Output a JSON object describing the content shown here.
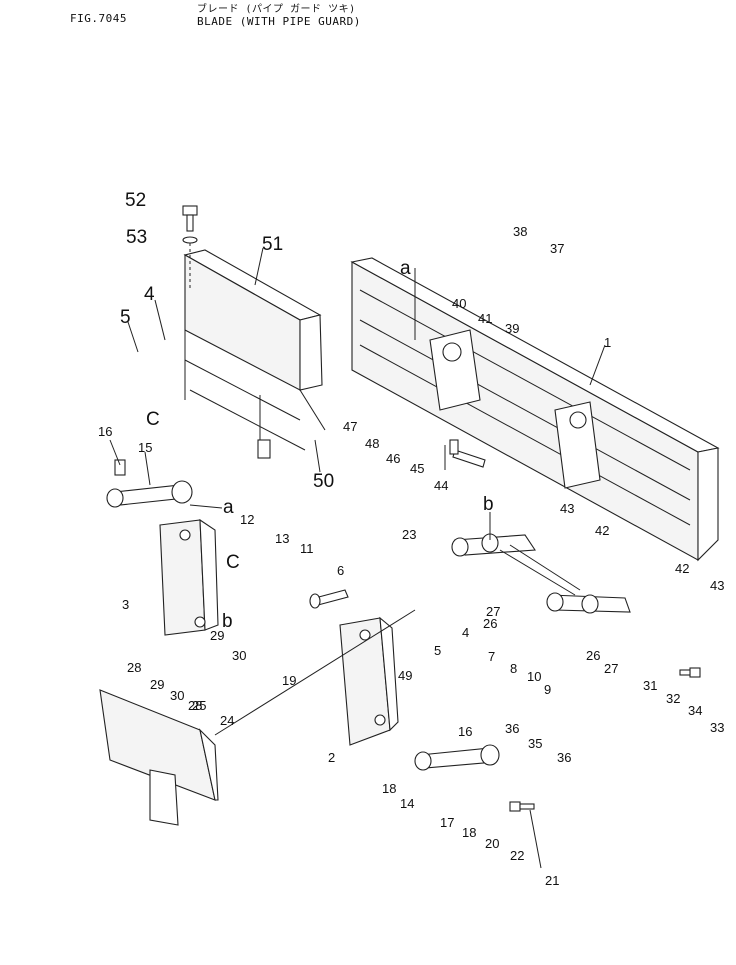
{
  "header": {
    "fig_number": "FIG.7045",
    "title_japanese": "ブレード (パイプ ガード ツキ)",
    "title": "BLADE (WITH PIPE GUARD)"
  },
  "callouts": [
    "52",
    "53",
    "51",
    "4",
    "5",
    "C",
    "16",
    "15",
    "a",
    "12",
    "13",
    "11",
    "6",
    "3",
    "C",
    "b",
    "29",
    "30",
    "28",
    "29",
    "30",
    "28",
    "25",
    "24",
    "19",
    "2",
    "5",
    "4",
    "49",
    "7",
    "8",
    "10",
    "9",
    "18",
    "14",
    "16",
    "17",
    "18",
    "20",
    "22",
    "21",
    "36",
    "35",
    "36",
    "50",
    "38",
    "37",
    "a",
    "40",
    "41",
    "39",
    "1",
    "47",
    "48",
    "46",
    "45",
    "44",
    "23",
    "b",
    "43",
    "42",
    "27",
    "26",
    "42",
    "43",
    "26",
    "27",
    "31",
    "32",
    "34",
    "33"
  ]
}
